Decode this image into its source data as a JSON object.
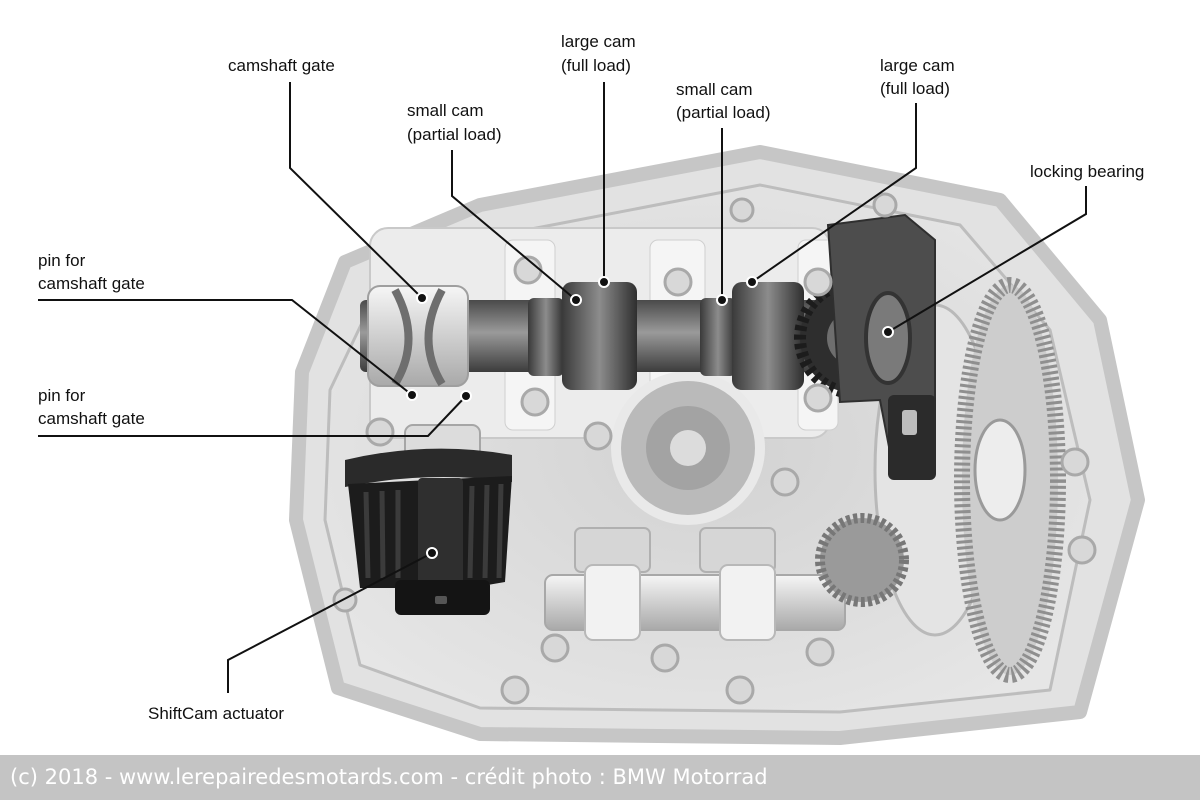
{
  "labels": {
    "camshaft_gate_top": "camshaft gate",
    "small_cam_left": {
      "line1": "small cam",
      "line2": "(partial load)"
    },
    "large_cam_left": {
      "line1": "large cam",
      "line2": "(full load)"
    },
    "small_cam_right": {
      "line1": "small cam",
      "line2": "(partial load)"
    },
    "large_cam_right": {
      "line1": "large cam",
      "line2": "(full load)"
    },
    "locking_bearing": "locking bearing",
    "pin_upper": {
      "line1": "pin for",
      "line2": "camshaft gate"
    },
    "pin_lower": {
      "line1": "pin for",
      "line2": "camshaft gate"
    },
    "shiftcam_actuator": "ShiftCam actuator"
  },
  "credit": "(c) 2018 - www.lerepairedesmotards.com - crédit photo : BMW Motorrad",
  "colors": {
    "background": "#ffffff",
    "credit_bar": "#c4c4c4",
    "credit_text": "#ffffff",
    "leader_line": "#111111"
  }
}
